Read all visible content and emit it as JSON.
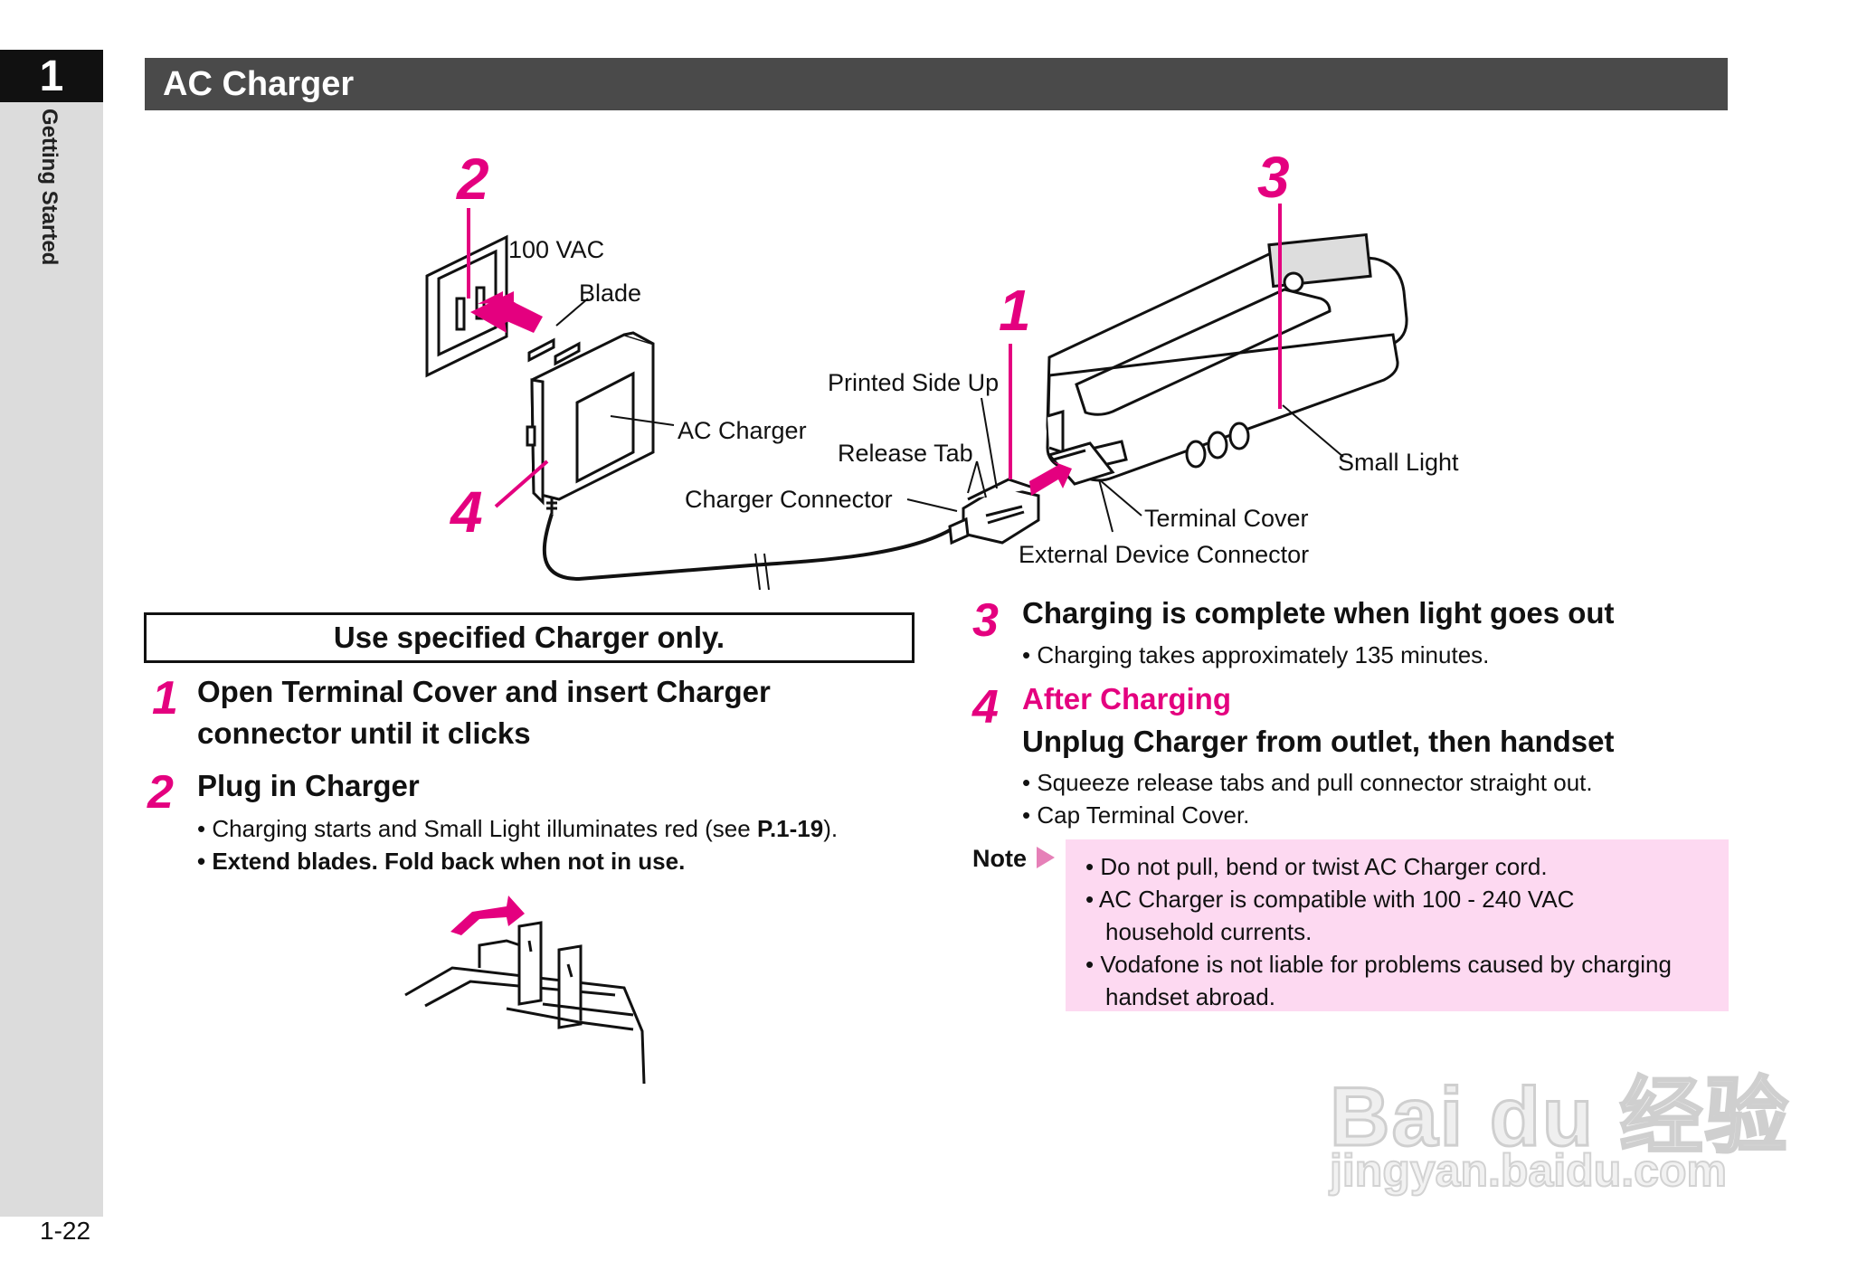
{
  "chapter": {
    "number": "1",
    "label": "Getting Started"
  },
  "page_number": "1-22",
  "title": "AC Charger",
  "diagram": {
    "callouts": [
      "2",
      "3",
      "1",
      "4"
    ],
    "labels": {
      "vac": "100 VAC",
      "blade": "Blade",
      "ac_charger": "AC Charger",
      "printed_side_up": "Printed Side Up",
      "release_tab": "Release Tab",
      "charger_connector": "Charger Connector",
      "small_light": "Small Light",
      "terminal_cover": "Terminal Cover",
      "external_device_connector": "External Device Connector"
    }
  },
  "warning": "Use specified Charger only.",
  "steps_left": [
    {
      "num": "1",
      "title_lines": [
        "Open Terminal Cover and insert Charger",
        "connector until it clicks"
      ]
    },
    {
      "num": "2",
      "title": "Plug in Charger",
      "bullet1_pre": "Charging starts and Small Light illuminates red (see ",
      "bullet1_ref": "P.1-19",
      "bullet1_post": ").",
      "bullet2": "Extend blades. Fold back when not in use."
    }
  ],
  "steps_right": [
    {
      "num": "3",
      "title": "Charging is complete when light goes out",
      "bullet": "Charging takes approximately 135 minutes."
    },
    {
      "num": "4",
      "subtitle": "After Charging",
      "title": "Unplug Charger from outlet, then handset",
      "bullets": [
        "Squeeze release tabs and pull connector straight out.",
        "Cap Terminal Cover."
      ]
    }
  ],
  "note": {
    "label": "Note",
    "lines": [
      "Do not pull, bend or twist AC Charger cord.",
      "AC Charger is compatible with 100 - 240 VAC",
      "household currents.",
      "Vodafone is not liable for problems caused by charging",
      "handset abroad."
    ]
  },
  "watermark": {
    "main": "Bai du 经验",
    "sub": "jingyan.baidu.com"
  },
  "colors": {
    "accent": "#e4007f",
    "title_bar": "#4a4a4a",
    "note_bg": "#fdd9f1",
    "sidebar": "#dcdcdc"
  }
}
